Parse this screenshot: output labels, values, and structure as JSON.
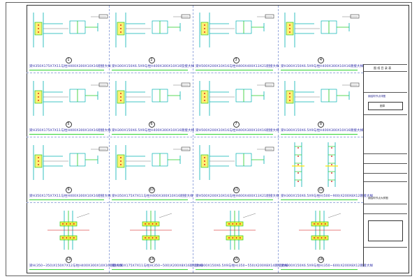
{
  "sheet": {
    "title": "",
    "bg": "#ffffff"
  },
  "colors": {
    "steel": "#00b2b2",
    "weld": "#22cc22",
    "bolt": "#d00000",
    "highlight": "#ffe600",
    "caption": "#2a2aa8",
    "underline": "#2fd42f"
  },
  "details": [
    {
      "num": "1",
      "caption": "梁H350X175X7X11与柱H400X300X10X16刚接大样"
    },
    {
      "num": "2",
      "caption": "梁H300X150X6.5X9与柱H400X300X10X16铰接大样"
    },
    {
      "num": "3",
      "caption": "梁H500X200X10X16与柱H400X400X13X21刚接大样"
    },
    {
      "num": "4",
      "caption": "梁H300X150X6.5X9与柱H400X300X10X16刚接大样"
    },
    {
      "num": "5",
      "caption": "梁H350X175X7X11与柱H400X300X10X16刚接大样"
    },
    {
      "num": "6",
      "caption": "梁H300X150X6.5X9与柱H400X300X10X16刚接大样"
    },
    {
      "num": "7",
      "caption": "梁H500X200X10X16与柱H400X300X10X16刚接大样"
    },
    {
      "num": "8",
      "caption": "梁H300X150X6.5X9与柱H400X300X10X16刚接大样"
    },
    {
      "num": "9",
      "caption": "梁H350X175X7X11与柱H400X300X10X16刚接大样"
    },
    {
      "num": "10",
      "caption": "梁H350X175X7X11与柱H400X300X10X16刚接大样"
    },
    {
      "num": "11",
      "caption": "梁H500X200X10X16与柱H400X400X13X21刚接大样"
    },
    {
      "num": "12",
      "caption": "梁H300X150X6.5X9与柱H(500~900)X200X8X12刚接大样"
    },
    {
      "num": "13",
      "caption": "梁H(350~350)X150X7X12与柱H400X300X10X16刚接大样"
    },
    {
      "num": "14",
      "caption": "梁H350X175X7X11与柱H(350~500)X200X8X16刚接大样"
    },
    {
      "num": "15",
      "caption": "梁H300X150X6.5X9与柱H(350~550)X200X8X14刚接大样"
    },
    {
      "num": "16",
      "caption": "梁H300X150X6.5X9与柱H(350~600)X200X8X12刚接大样"
    }
  ],
  "title_block": {
    "header": "图 纸 目 录 表",
    "project_name": "钢结构节点详图",
    "drawing_title": "钢结构节点大样图",
    "stamp": "图章"
  }
}
